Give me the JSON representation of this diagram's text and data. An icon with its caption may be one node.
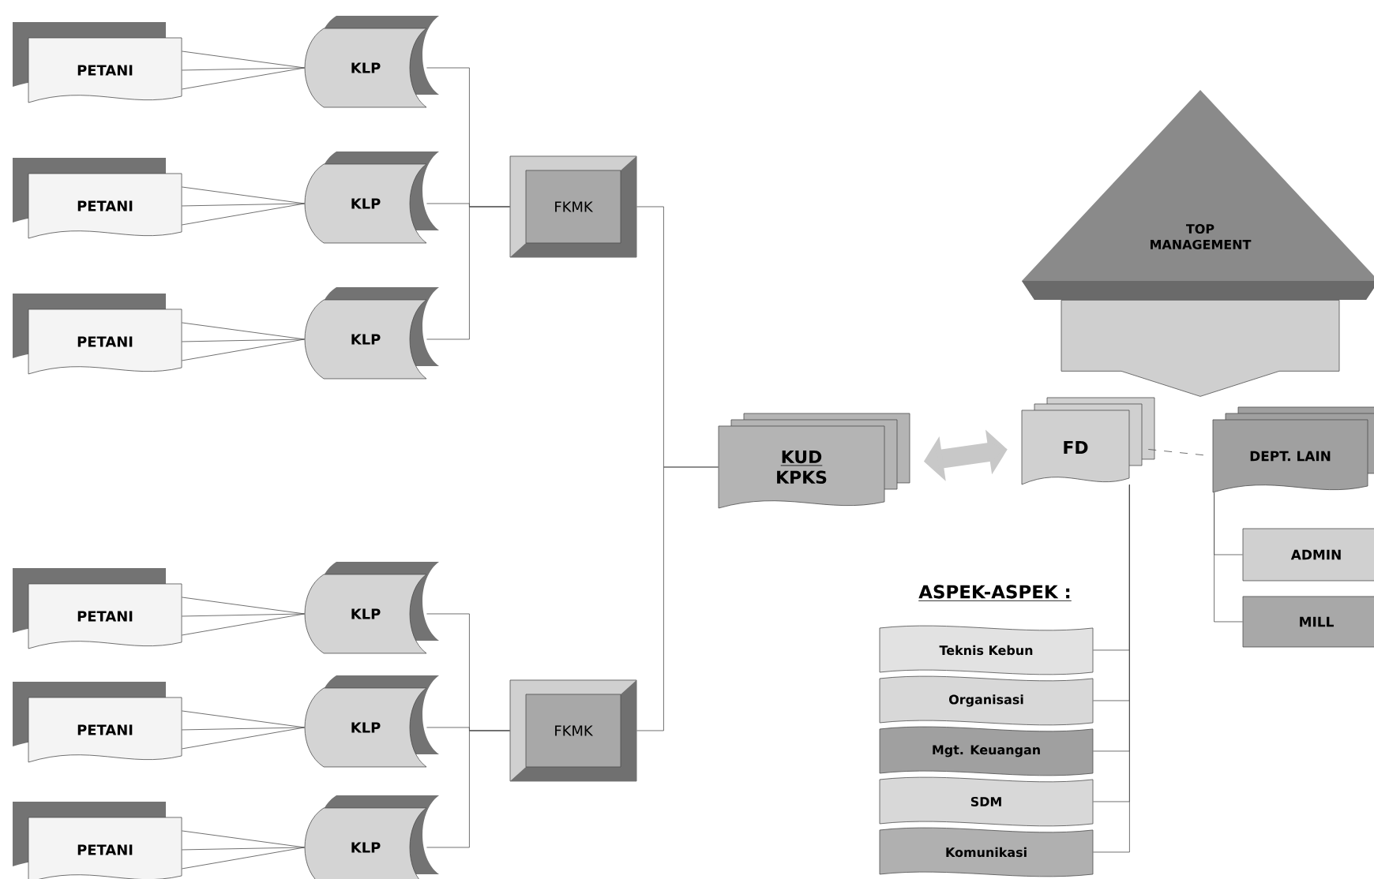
{
  "diagram": {
    "nodes": [
      {
        "text": [
          "PETANI"
        ]
      },
      {
        "text": [
          "PETANI"
        ]
      },
      {
        "text": [
          "PETANI"
        ]
      },
      {
        "text": [
          "PETANI"
        ]
      },
      {
        "text": [
          "PETANI"
        ]
      },
      {
        "text": [
          "PETANI"
        ]
      },
      {
        "text": [
          "KLP"
        ]
      },
      {
        "text": [
          "KLP"
        ]
      },
      {
        "text": [
          "KLP"
        ]
      },
      {
        "text": [
          "KLP"
        ]
      },
      {
        "text": [
          "KLP"
        ]
      },
      {
        "text": [
          "KLP"
        ]
      },
      {
        "text": [
          "FKMK"
        ]
      },
      {
        "text": [
          "FKMK"
        ]
      },
      {
        "text": [
          "KUD",
          "KPKS"
        ]
      },
      {
        "text": [
          "FD"
        ]
      },
      {
        "text": [
          "DEPT. LAIN"
        ]
      },
      {
        "text": [
          "ADMIN"
        ]
      },
      {
        "text": [
          "MILL"
        ]
      },
      {
        "text": [
          "TOP MANAGEMENT"
        ]
      },
      {
        "text": [
          "Teknis Kebun"
        ]
      },
      {
        "text": [
          "Organisasi"
        ]
      },
      {
        "text": [
          "Mgt. Keuangan"
        ]
      },
      {
        "text": [
          "SDM"
        ]
      },
      {
        "text": [
          "Komunikasi"
        ]
      }
    ],
    "edges": [
      {
        "from": 0,
        "to": 6,
        "arrow": "none"
      },
      {
        "from": 1,
        "to": 7,
        "arrow": "none"
      },
      {
        "from": 2,
        "to": 8,
        "arrow": "none"
      },
      {
        "from": 3,
        "to": 9,
        "arrow": "none"
      },
      {
        "from": 4,
        "to": 10,
        "arrow": "none"
      },
      {
        "from": 5,
        "to": 11,
        "arrow": "none"
      },
      {
        "from": 6,
        "to": 12,
        "arrow": "none"
      },
      {
        "from": 7,
        "to": 12,
        "arrow": "none"
      },
      {
        "from": 8,
        "to": 12,
        "arrow": "none"
      },
      {
        "from": 9,
        "to": 13,
        "arrow": "none"
      },
      {
        "from": 10,
        "to": 13,
        "arrow": "none"
      },
      {
        "from": 11,
        "to": 13,
        "arrow": "none"
      },
      {
        "from": 12,
        "to": 14,
        "arrow": "none"
      },
      {
        "from": 13,
        "to": 14,
        "arrow": "none"
      },
      {
        "from": 14,
        "to": 15,
        "arrow": "both",
        "style": "thick",
        "color": "#c8c8c8"
      },
      {
        "from": 15,
        "to": 16,
        "arrow": "none",
        "style": "dashed"
      },
      {
        "from": 16,
        "to": 17,
        "arrow": "none"
      },
      {
        "from": 16,
        "to": 18,
        "arrow": "none"
      },
      {
        "from": 15,
        "to": 20,
        "arrow": "none"
      },
      {
        "from": 15,
        "to": 21,
        "arrow": "none"
      },
      {
        "from": 15,
        "to": 22,
        "arrow": "none"
      },
      {
        "from": 15,
        "to": 23,
        "arrow": "none"
      },
      {
        "from": 15,
        "to": 24,
        "arrow": "none"
      },
      {
        "from": 19,
        "to": null,
        "arrow": "to",
        "style": "thick",
        "color": "#cfcfcf"
      }
    ],
    "labels": [
      "ASPEK-ASPEK :"
    ]
  }
}
